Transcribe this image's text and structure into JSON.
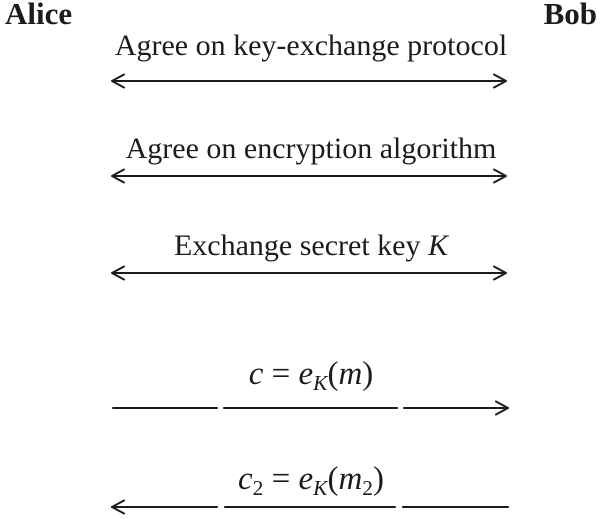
{
  "diagram": {
    "actors": {
      "left": "Alice",
      "right": "Bob"
    },
    "handshake_steps": [
      {
        "label_parts": [
          {
            "t": "Agree on key-exchange protocol"
          }
        ],
        "direction": "both"
      },
      {
        "label_parts": [
          {
            "t": "Agree on encryption algorithm"
          }
        ],
        "direction": "both"
      },
      {
        "label_parts": [
          {
            "t": "Exchange secret key "
          },
          {
            "t": "K",
            "style": "it"
          }
        ],
        "direction": "both"
      }
    ],
    "messages": [
      {
        "direction": "right",
        "label_parts": [
          {
            "t": "c",
            "style": "it"
          },
          {
            "t": " = "
          },
          {
            "t": "e",
            "style": "it"
          },
          {
            "t": "K",
            "style": "subit"
          },
          {
            "t": "("
          },
          {
            "t": "m",
            "style": "it"
          },
          {
            "t": ")"
          }
        ]
      },
      {
        "direction": "left",
        "label_parts": [
          {
            "t": "c",
            "style": "it"
          },
          {
            "t": "2",
            "style": "sub"
          },
          {
            "t": " = "
          },
          {
            "t": "e",
            "style": "it"
          },
          {
            "t": "K",
            "style": "subit"
          },
          {
            "t": "("
          },
          {
            "t": "m",
            "style": "it"
          },
          {
            "t": "2",
            "style": "sub"
          },
          {
            "t": ")"
          }
        ]
      }
    ],
    "colors": {
      "ink": "#1c1c1c",
      "background": "#ffffff"
    }
  }
}
